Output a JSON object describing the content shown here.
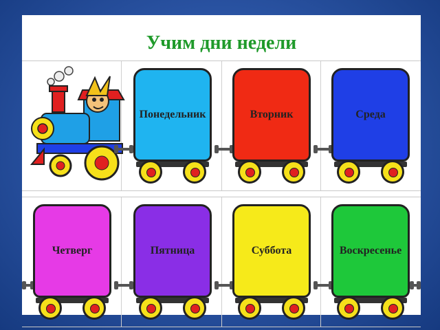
{
  "title": "Учим дни недели",
  "wagons": [
    {
      "label": "Понедельник",
      "color": "#1fb4f0"
    },
    {
      "label": "Вторник",
      "color": "#f02a14"
    },
    {
      "label": "Среда",
      "color": "#1f3fe6"
    },
    {
      "label": "Четверг",
      "color": "#e63ae6"
    },
    {
      "label": "Пятница",
      "color": "#8a2ee6"
    },
    {
      "label": "Суббота",
      "color": "#f6ea1a"
    },
    {
      "label": "Воскресенье",
      "color": "#1ec83a"
    }
  ],
  "locomotive": {
    "icon": "train-locomotive-icon",
    "driver": "cartoon-character-icon"
  }
}
